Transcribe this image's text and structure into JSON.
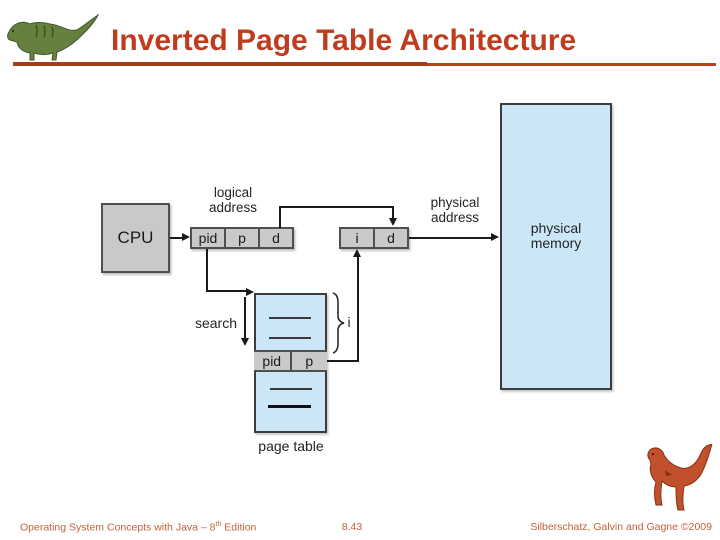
{
  "slide": {
    "title": "Inverted Page Table Architecture"
  },
  "diagram": {
    "cpu_label": "CPU",
    "logical_address_label": [
      "logical",
      "address"
    ],
    "logical_address_cells": [
      "pid",
      "p",
      "d"
    ],
    "physical_address_cells": [
      "i",
      "d"
    ],
    "physical_address_label": [
      "physical",
      "address"
    ],
    "physical_memory_label": [
      "physical",
      "memory"
    ],
    "search_label": "search",
    "brace_index_label": "i",
    "page_table_row_cells": [
      "pid",
      "p"
    ],
    "page_table_caption": "page table"
  },
  "footer": {
    "left_prefix": "Operating System Concepts with Java – 8",
    "left_sup": "th",
    "left_suffix": " Edition",
    "page_number": "8.43",
    "right": "Silberschatz, Galvin and Gagne ©2009"
  },
  "icons": {
    "top_left": "green-dinosaur-logo",
    "bottom_right": "red-dinosaur-logo"
  },
  "colors": {
    "title_accent": "#bf3c1f",
    "rule_left": "#a63c1e",
    "rule_right": "#bc3e1a",
    "footer_text": "#c2603c",
    "box_gray": "#c9c9c9",
    "box_blue": "#cbe7f7",
    "diagram_line": "#1a1a1a"
  }
}
